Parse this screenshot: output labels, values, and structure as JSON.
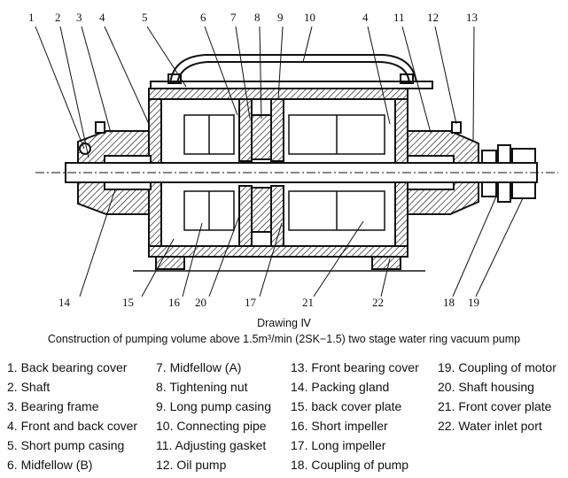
{
  "callouts": [
    "1",
    "2",
    "3",
    "4",
    "5",
    "6",
    "7",
    "8",
    "9",
    "10",
    "4",
    "11",
    "12",
    "13",
    "14",
    "15",
    "16",
    "20",
    "17",
    "21",
    "22",
    "18",
    "19"
  ],
  "caption": {
    "title": "Drawing Ⅳ",
    "subtitle": "Construction of pumping volume above 1.5m³/min (2SK−1.5) two stage water ring vacuum pump"
  },
  "legend": {
    "col1": [
      "1. Back bearing cover",
      "2. Shaft",
      "3. Bearing frame",
      "4. Front and back cover",
      "5. Short pump casing",
      "6. Midfellow (B)"
    ],
    "col2": [
      "7. Midfellow (A)",
      "8. Tightening nut",
      "9. Long pump casing",
      "10. Connecting pipe",
      "11. Adjusting gasket",
      "12. Oil pump"
    ],
    "col3": [
      "13. Front bearing cover",
      "14. Packing gland",
      "15. back cover plate",
      "16. Short impeller",
      "17. Long impeller",
      "18. Coupling of pump"
    ],
    "col4": [
      "19. Coupling of motor",
      "20. Shaft housing",
      "21. Front cover plate",
      "22. Water inlet port"
    ]
  }
}
